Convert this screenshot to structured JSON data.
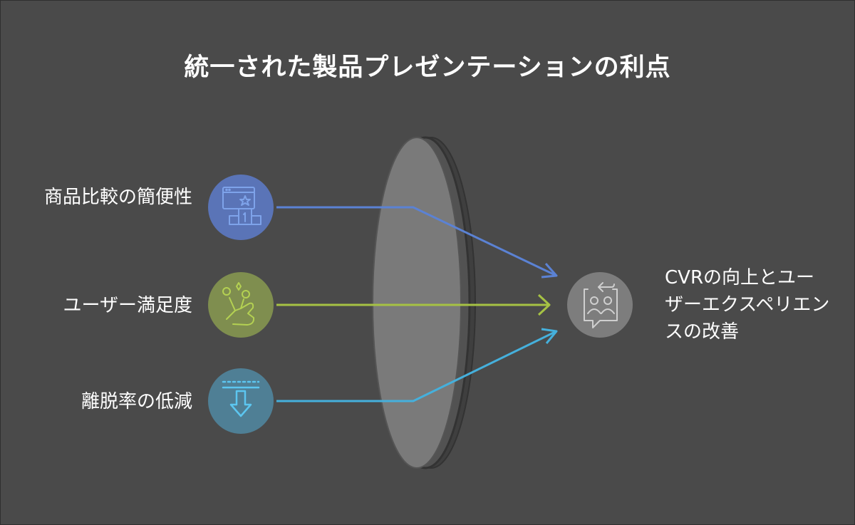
{
  "title": "統一された製品プレゼンテーションの利点",
  "inputs": [
    {
      "label": "商品比較の簡便性",
      "icon": "podium-rank-icon",
      "color": "#5b82d4"
    },
    {
      "label": "ユーザー満足度",
      "icon": "thumbs-up-flowers-icon",
      "color": "#a6c244"
    },
    {
      "label": "離脱率の低減",
      "icon": "arrow-down-barrier-icon",
      "color": "#45b0dc"
    }
  ],
  "output": {
    "label": "CVRの向上とユーザーエクスペリエンスの改善",
    "icon": "user-feedback-icon",
    "color": "#7d7d7d"
  },
  "lens": {
    "color": "#7a7a7a"
  }
}
